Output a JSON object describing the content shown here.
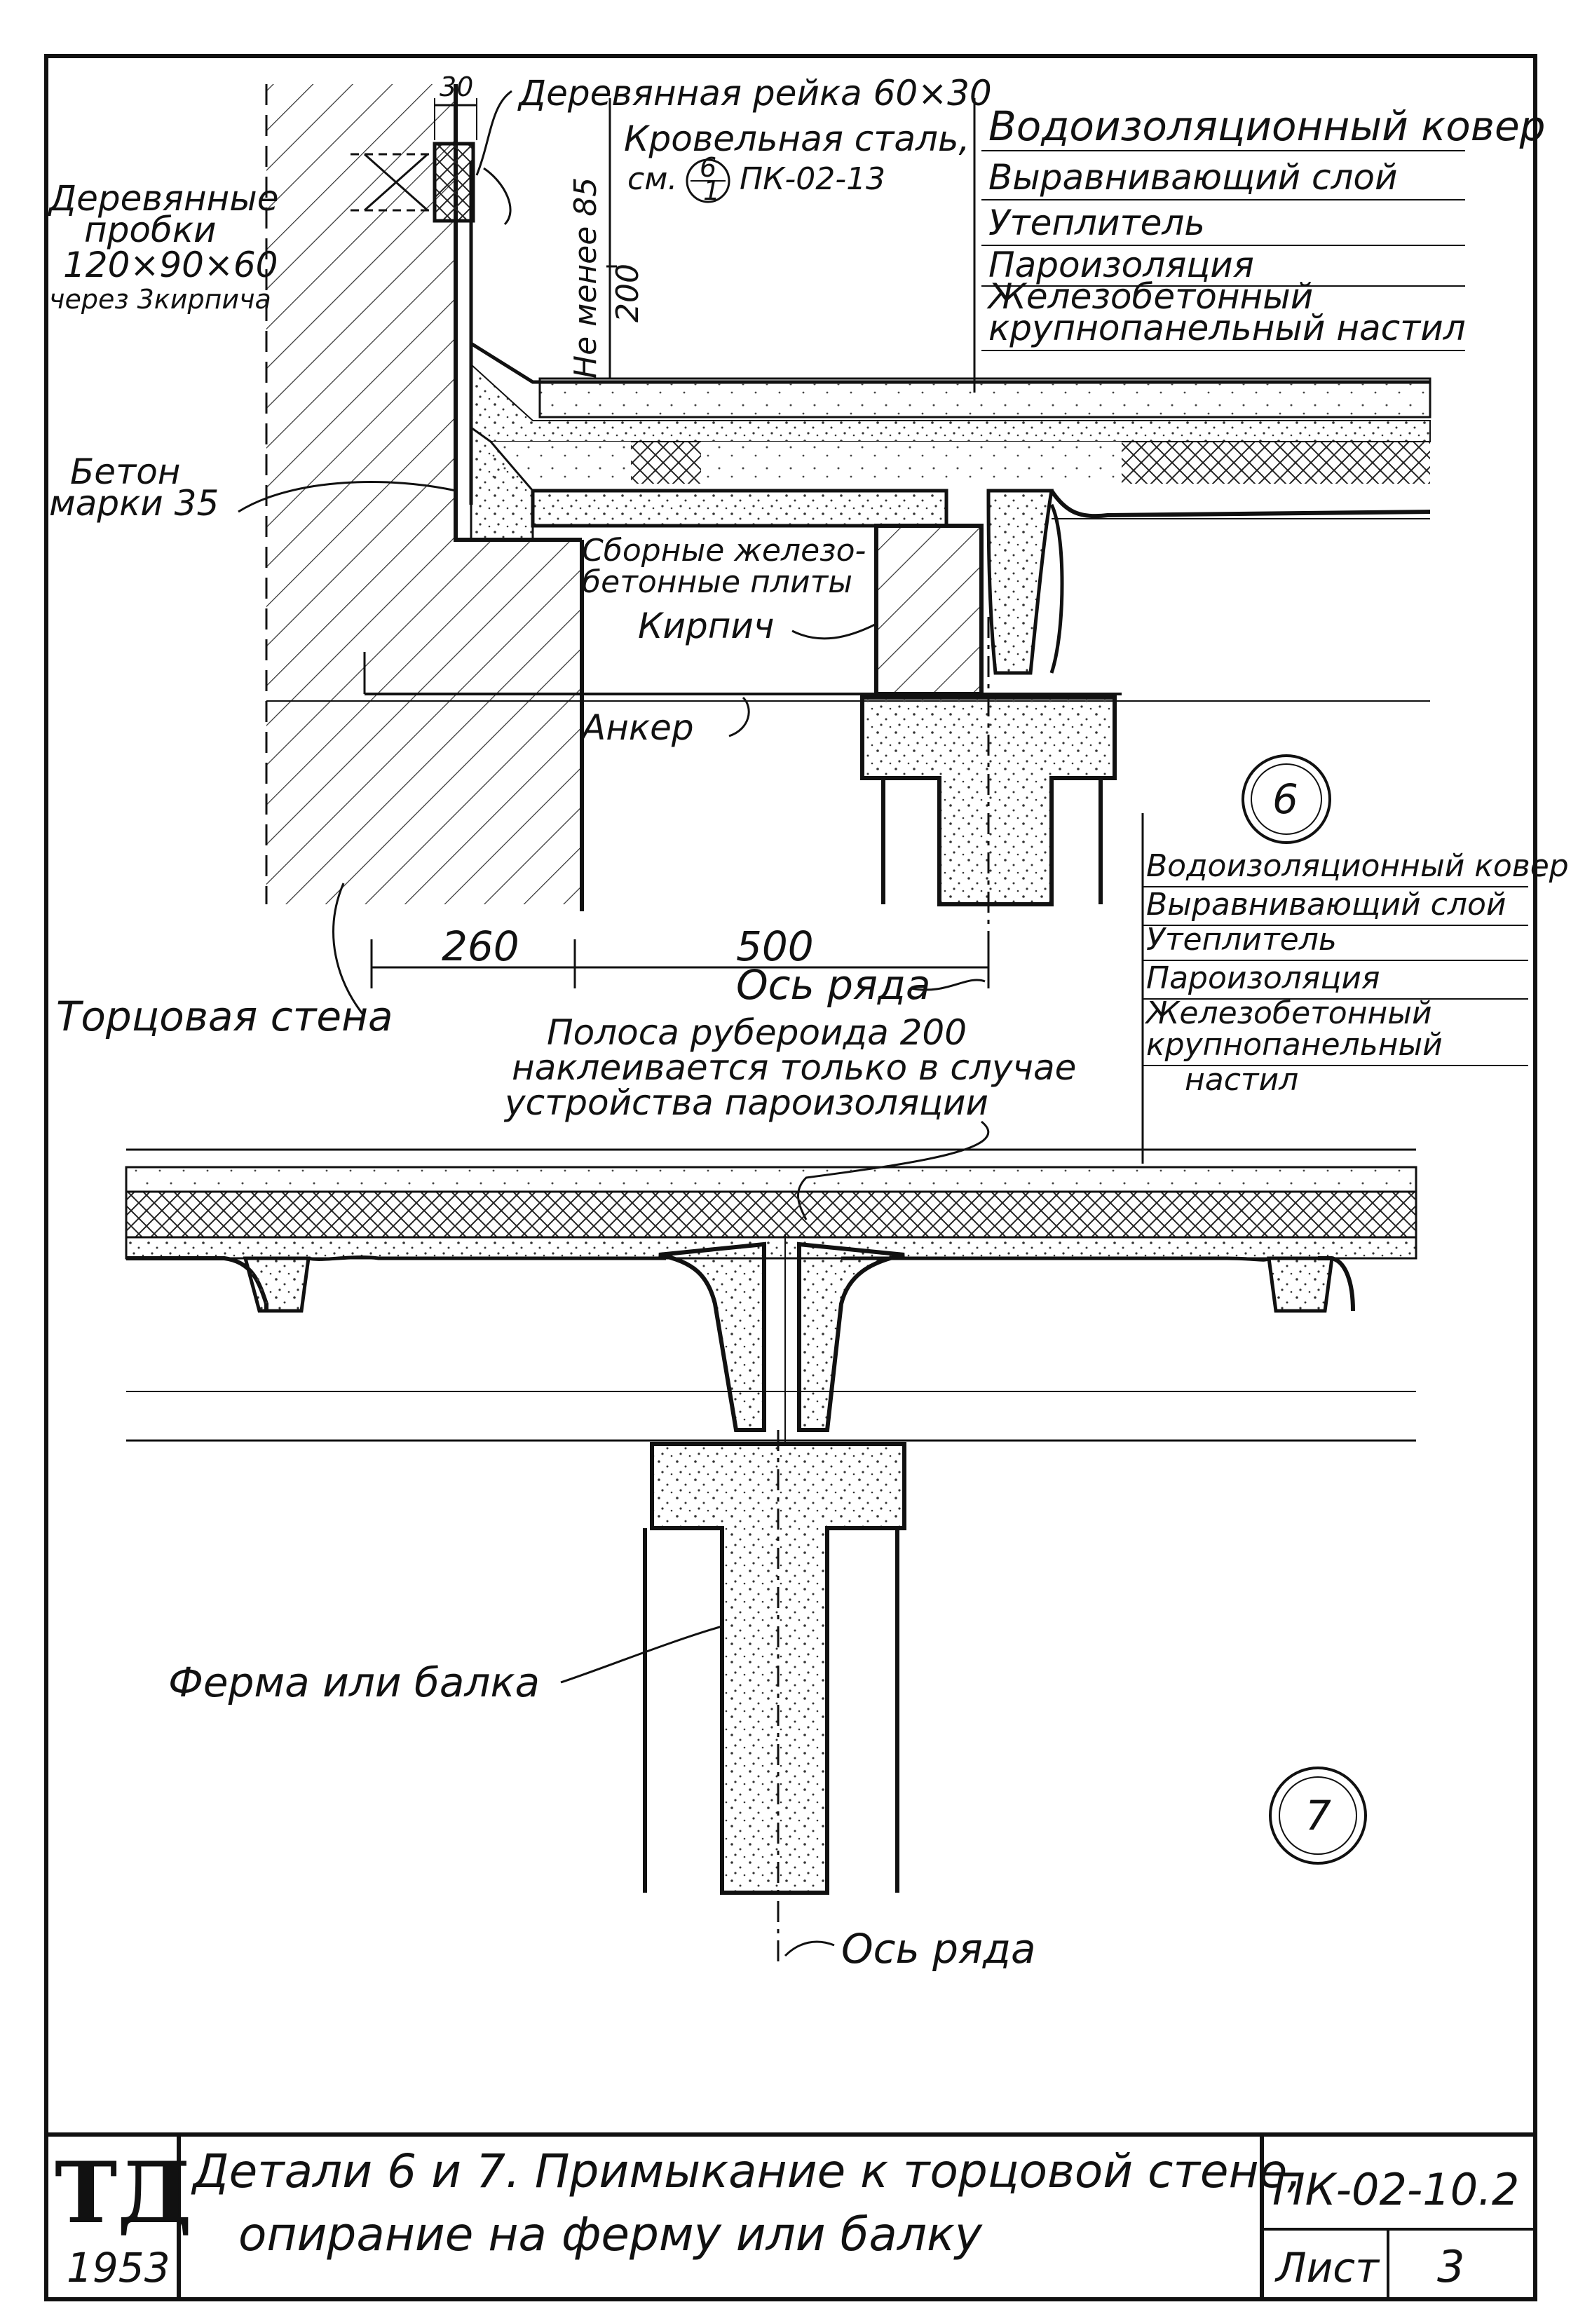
{
  "detail6": {
    "number": "6",
    "labels": {
      "wood_rail": "Деревянная рейка 60×30",
      "roof_steel_1": "Кровельная сталь,",
      "roof_steel_2a": "см.",
      "roof_steel_ref_top": "6",
      "roof_steel_ref_bottom": "1",
      "roof_steel_2b": "ПК-02-13",
      "wood_plugs_1": "Деревянные",
      "wood_plugs_2": "пробки",
      "wood_plugs_3": "120×90×60",
      "wood_plugs_4": "через 3кирпича",
      "min_height": "Не менее 85",
      "dim_200": "200",
      "dim_30": "30",
      "concrete_1": "Бетон",
      "concrete_2": "марки 35",
      "precast_1": "Сборные железо-",
      "precast_2": "бетонные плиты",
      "brick": "Кирпич",
      "anchor": "Анкер",
      "dim_260": "260",
      "dim_500": "500",
      "axis": "Ось ряда",
      "end_wall": "Торцовая стена"
    },
    "layers": [
      "Водоизоляционный ковер",
      "Выравнивающий слой",
      "Утеплитель",
      "Пароизоляция",
      "Железобетонный",
      "крупнопанельный настил"
    ]
  },
  "detail7": {
    "number": "7",
    "layers": [
      "Водоизоляционный ковер",
      "Выравнивающий слой",
      "Утеплитель",
      "Пароизоляция",
      "Железобетонный",
      "крупнопанельный",
      "настил"
    ],
    "labels": {
      "strip_1": "Полоса рубероида 200",
      "strip_2": "наклеивается только в случае",
      "strip_3": "устройства пароизоляции",
      "truss": "Ферма или балка",
      "axis": "Ось ряда"
    }
  },
  "title_block": {
    "logo": "ТД",
    "year": "1953",
    "title_line1": "Детали 6 и 7. Примыкание к торцовой стене,",
    "title_line2": "опирание на ферму или балку",
    "code": "ПК-02-10.2",
    "sheet_label": "Лист",
    "sheet_number": "3"
  }
}
